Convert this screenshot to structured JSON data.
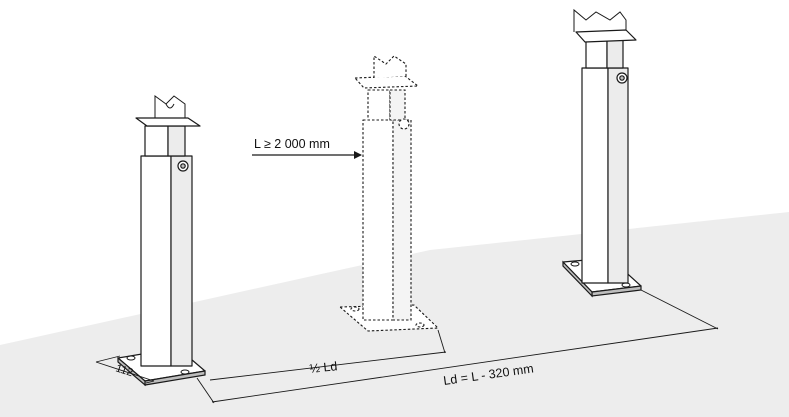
{
  "labels": {
    "length_condition": "L ≥ 2 000 mm",
    "half_distance": "½ Ld",
    "distance_formula": "Ld = L - 320 mm",
    "base_width": "112"
  },
  "colors": {
    "floor": "#ededed",
    "outline": "#1a1a1a",
    "post_fill": "#ffffff",
    "post_side": "#ececec"
  }
}
